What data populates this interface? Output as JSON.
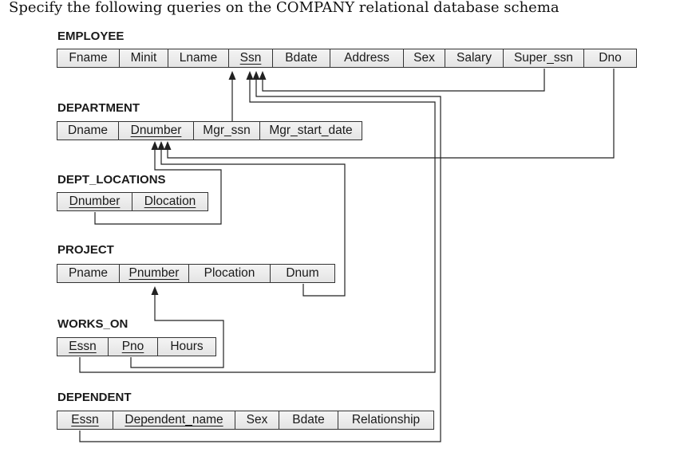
{
  "heading": "Specify the following queries on the COMPANY relational database schema",
  "tables": {
    "employee": {
      "name": "EMPLOYEE",
      "columns": [
        "Fname",
        "Minit",
        "Lname",
        "Ssn",
        "Bdate",
        "Address",
        "Sex",
        "Salary",
        "Super_ssn",
        "Dno"
      ],
      "primary_key": [
        "Ssn"
      ]
    },
    "department": {
      "name": "DEPARTMENT",
      "columns": [
        "Dname",
        "Dnumber",
        "Mgr_ssn",
        "Mgr_start_date"
      ],
      "primary_key": [
        "Dnumber"
      ]
    },
    "dept_locations": {
      "name": "DEPT_LOCATIONS",
      "columns": [
        "Dnumber",
        "Dlocation"
      ],
      "primary_key": [
        "Dnumber",
        "Dlocation"
      ]
    },
    "project": {
      "name": "PROJECT",
      "columns": [
        "Pname",
        "Pnumber",
        "Plocation",
        "Dnum"
      ],
      "primary_key": [
        "Pnumber"
      ]
    },
    "works_on": {
      "name": "WORKS_ON",
      "columns": [
        "Essn",
        "Pno",
        "Hours"
      ],
      "primary_key": [
        "Essn",
        "Pno"
      ]
    },
    "dependent": {
      "name": "DEPENDENT",
      "columns": [
        "Essn",
        "Dependent_name",
        "Sex",
        "Bdate",
        "Relationship"
      ],
      "primary_key": [
        "Essn",
        "Dependent_name"
      ]
    }
  },
  "foreign_keys": [
    {
      "from": "EMPLOYEE.Super_ssn",
      "to": "EMPLOYEE.Ssn"
    },
    {
      "from": "EMPLOYEE.Dno",
      "to": "DEPARTMENT.Dnumber"
    },
    {
      "from": "DEPARTMENT.Mgr_ssn",
      "to": "EMPLOYEE.Ssn"
    },
    {
      "from": "DEPT_LOCATIONS.Dnumber",
      "to": "DEPARTMENT.Dnumber"
    },
    {
      "from": "PROJECT.Dnum",
      "to": "DEPARTMENT.Dnumber"
    },
    {
      "from": "WORKS_ON.Essn",
      "to": "EMPLOYEE.Ssn"
    },
    {
      "from": "WORKS_ON.Pno",
      "to": "PROJECT.Pnumber"
    },
    {
      "from": "DEPENDENT.Essn",
      "to": "EMPLOYEE.Ssn"
    }
  ]
}
